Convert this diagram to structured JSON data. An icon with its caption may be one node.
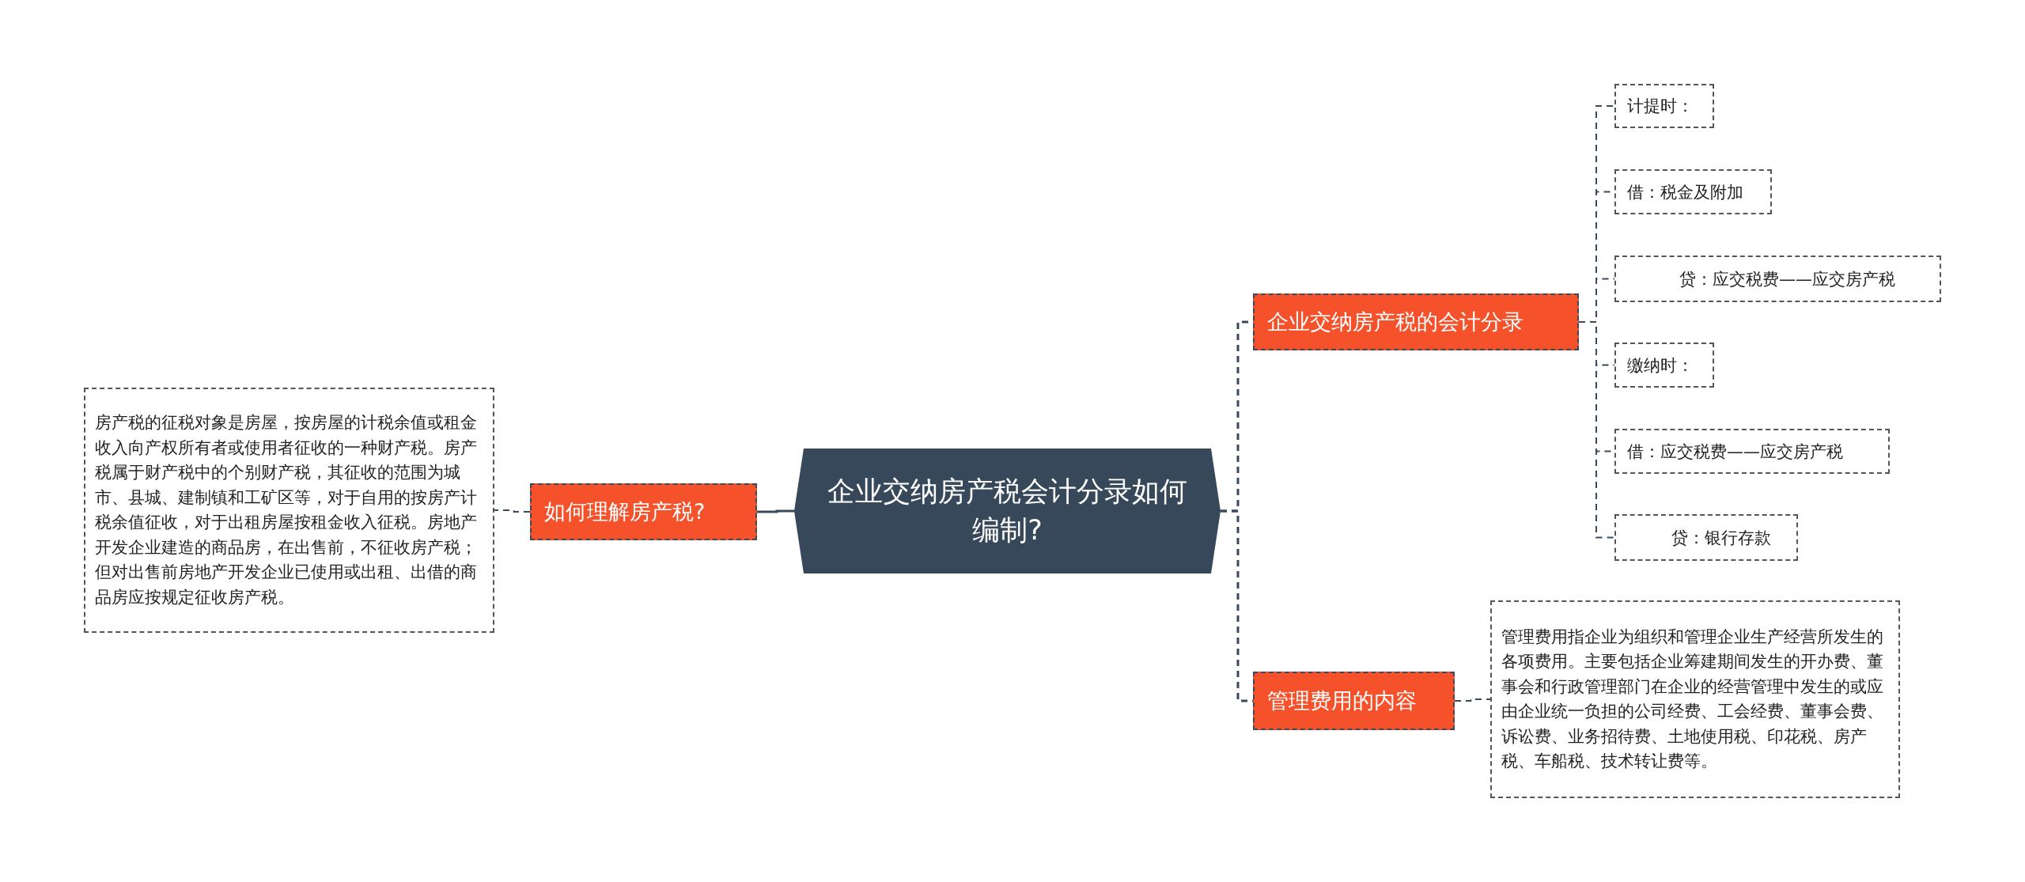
{
  "diagram": {
    "nodes": [
      {
        "text": [
          "企业交纳房产税会计分录如何编制?"
        ]
      },
      {
        "text": [
          "如何理解房产税?"
        ]
      },
      {
        "text": [
          "房产税的征税对象是房屋，按房屋的计税余值或租金收入向产权所有者或使用者征收的一种财产税。房产税属于财产税中的个别财产税，其征收的范围为城市、县城、建制镇和工矿区等，对于自用的按房产计税余值征收，对于出租房屋按租金收入征税。房地产开发企业建造的商品房，在出售前，不征收房产税；但对出售前房地产开发企业已使用或出租、出借的商品房应按规定征收房产税。"
        ]
      },
      {
        "text": [
          "企业交纳房产税的会计分录"
        ]
      },
      {
        "text": [
          "计提时："
        ]
      },
      {
        "text": [
          "借：税金及附加"
        ]
      },
      {
        "text": [
          "贷：应交税费——应交房产税"
        ]
      },
      {
        "text": [
          "缴纳时："
        ]
      },
      {
        "text": [
          "借：应交税费——应交房产税"
        ]
      },
      {
        "text": [
          "贷：银行存款"
        ]
      },
      {
        "text": [
          "管理费用的内容"
        ]
      },
      {
        "text": [
          "管理费用指企业为组织和管理企业生产经营所发生的各项费用。主要包括企业筹建期间发生的开办费、董事会和行政管理部门在企业的经营管理中发生的或应由企业统一负担的公司经费、工会经费、董事会费、诉讼费、业务招待费、土地使用税、印花税、房产税、车船税、技术转让费等。"
        ]
      }
    ],
    "edges": [
      {
        "from": 0,
        "to": 1,
        "arrow": "none"
      },
      {
        "from": 1,
        "to": 2,
        "arrow": "none",
        "style": "dashed"
      },
      {
        "from": 0,
        "to": 3,
        "arrow": "none",
        "style": "dashed"
      },
      {
        "from": 3,
        "to": 4,
        "arrow": "none",
        "style": "dashed"
      },
      {
        "from": 3,
        "to": 5,
        "arrow": "none",
        "style": "dashed"
      },
      {
        "from": 3,
        "to": 6,
        "arrow": "none",
        "style": "dashed"
      },
      {
        "from": 3,
        "to": 7,
        "arrow": "none",
        "style": "dashed"
      },
      {
        "from": 3,
        "to": 8,
        "arrow": "none",
        "style": "dashed"
      },
      {
        "from": 3,
        "to": 9,
        "arrow": "none",
        "style": "dashed"
      },
      {
        "from": 0,
        "to": 10,
        "arrow": "none",
        "style": "dashed"
      },
      {
        "from": 10,
        "to": 11,
        "arrow": "none",
        "style": "dashed"
      }
    ]
  }
}
